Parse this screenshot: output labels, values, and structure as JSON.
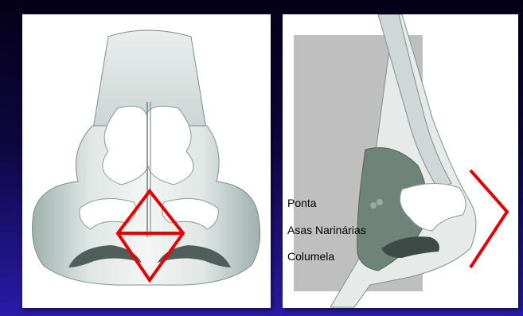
{
  "labels": {
    "ponta": "Ponta",
    "asas_narinarias": "Asas Narinárias",
    "columela": "Columela"
  },
  "colors": {
    "background_top": "#050018",
    "background_bottom": "#2a1ba8",
    "panel": "#ffffff",
    "highlight_lines": "#e00000",
    "skin_shading": "#b8c4c2",
    "cartilage": "#6f8479",
    "side_backdrop": "#bfbfbf"
  }
}
